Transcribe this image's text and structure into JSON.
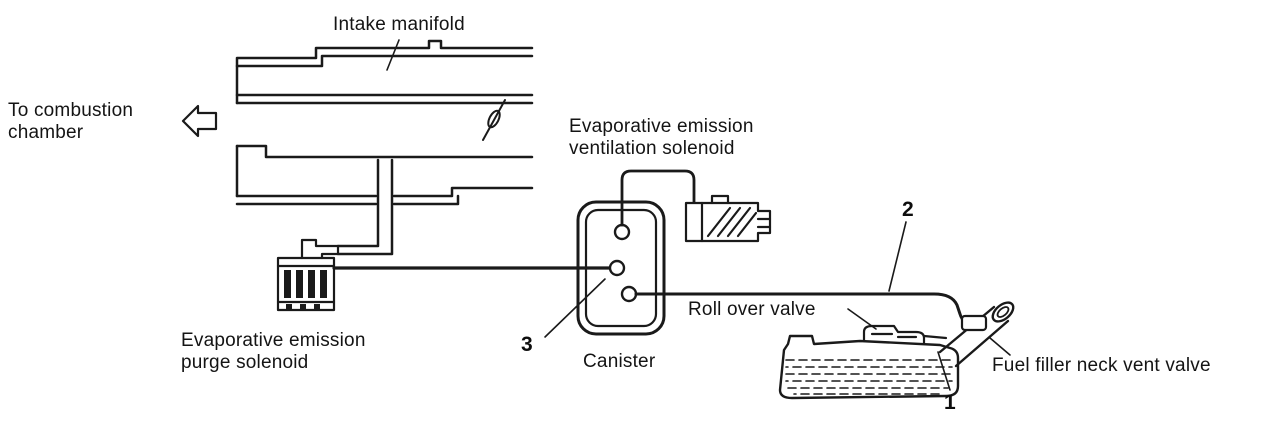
{
  "diagram": {
    "colors": {
      "line": "#1a1a1a",
      "background": "#ffffff"
    },
    "labels": {
      "intake_manifold": "Intake manifold",
      "to_combustion_1": "To combustion",
      "to_combustion_2": "chamber",
      "vent_solenoid_1": "Evaporative emission",
      "vent_solenoid_2": "ventilation solenoid",
      "purge_solenoid_1": "Evaporative emission",
      "purge_solenoid_2": "purge solenoid",
      "canister": "Canister",
      "roll_over_valve": "Roll over valve",
      "fuel_filler": "Fuel filler neck vent valve",
      "callout_1": "1",
      "callout_2": "2",
      "callout_3": "3"
    }
  }
}
